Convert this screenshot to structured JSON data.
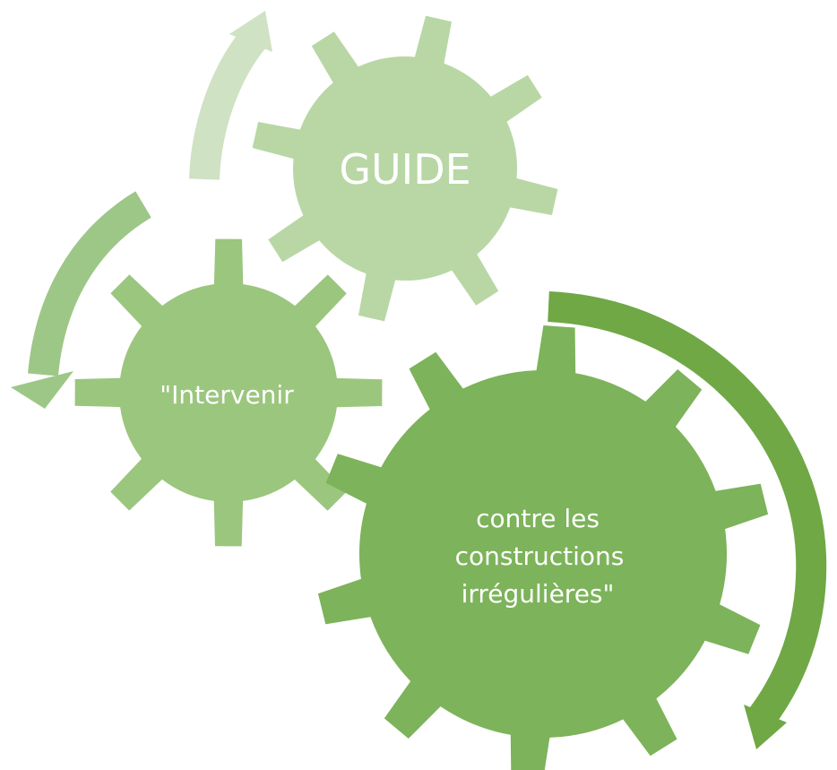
{
  "gears": [
    {
      "id": "guide",
      "label_lines": [
        "GUIDE"
      ],
      "color": "#b8d7a5"
    },
    {
      "id": "intervenir",
      "label_lines": [
        "\"Intervenir"
      ],
      "color": "#9bc67e"
    },
    {
      "id": "contre",
      "label_lines": [
        "contre les",
        "constructions",
        "irrégulières\""
      ],
      "color": "#7db35a"
    }
  ],
  "arrows": [
    {
      "id": "top-arrow",
      "color": "#cfe2c3",
      "direction": "clockwise"
    },
    {
      "id": "left-arrow",
      "color": "#9dc787",
      "direction": "counterclockwise"
    },
    {
      "id": "right-arrow",
      "color": "#6fa845",
      "direction": "clockwise"
    }
  ]
}
